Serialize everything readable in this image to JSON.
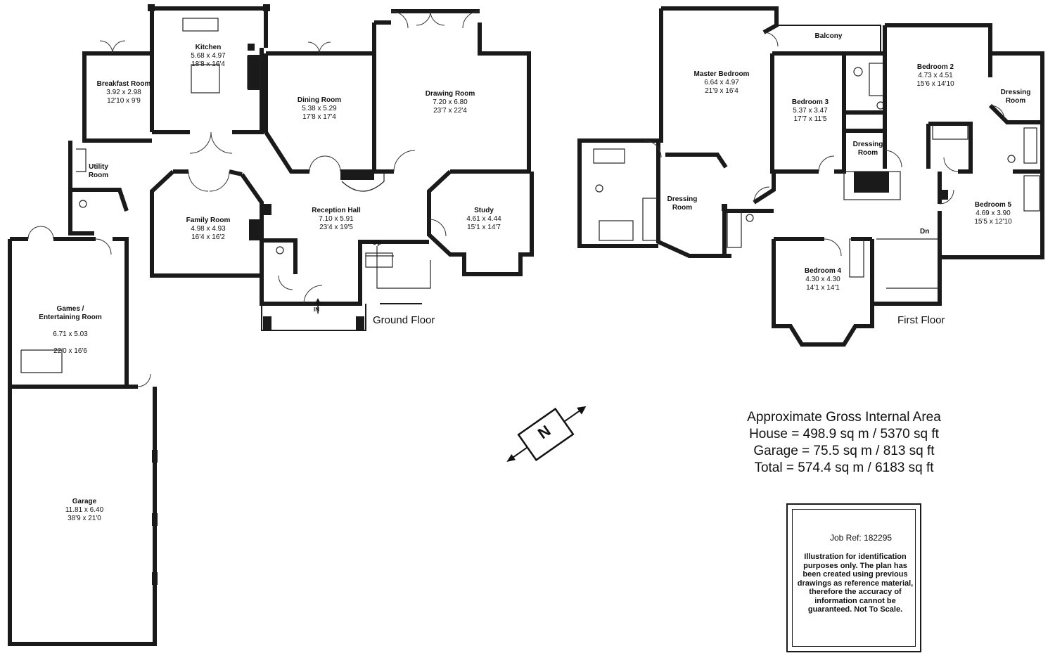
{
  "floors": {
    "ground": "Ground Floor",
    "first": "First Floor"
  },
  "rooms": {
    "kitchen": {
      "name": "Kitchen",
      "metric": "5.68 x 4.97",
      "imperial": "18'8 x 16'4"
    },
    "breakfast": {
      "name": "Breakfast Room",
      "metric": "3.92 x 2.98",
      "imperial": "12'10 x 9'9"
    },
    "dining": {
      "name": "Dining Room",
      "metric": "5.38 x 5.29",
      "imperial": "17'8 x 17'4"
    },
    "drawing": {
      "name": "Drawing Room",
      "metric": "7.20 x 6.80",
      "imperial": "23'7 x 22'4"
    },
    "utility": {
      "name": "Utility\nRoom"
    },
    "family": {
      "name": "Family Room",
      "metric": "4.98 x 4.93",
      "imperial": "16'4 x 16'2"
    },
    "reception": {
      "name": "Reception Hall",
      "metric": "7.10 x 5.91",
      "imperial": "23'4 x 19'5"
    },
    "study": {
      "name": "Study",
      "metric": "4.61 x 4.44",
      "imperial": "15'1 x 14'7"
    },
    "games": {
      "name": "Games /\nEntertaining Room",
      "metric": "6.71 x 5.03",
      "imperial": "22'0 x 16'6"
    },
    "garage": {
      "name": "Garage",
      "metric": "11.81 x 6.40",
      "imperial": "38'9 x 21'0"
    },
    "master": {
      "name": "Master Bedroom",
      "metric": "6.64 x 4.97",
      "imperial": "21'9 x 16'4"
    },
    "balcony": {
      "name": "Balcony"
    },
    "bed2": {
      "name": "Bedroom 2",
      "metric": "4.73 x 4.51",
      "imperial": "15'6 x 14'10"
    },
    "bed3": {
      "name": "Bedroom 3",
      "metric": "5.37 x 3.47",
      "imperial": "17'7 x 11'5"
    },
    "dressing_b2": {
      "name": "Dressing\nRoom"
    },
    "dressing_b3": {
      "name": "Dressing\nRoom"
    },
    "dressing_master": {
      "name": "Dressing\nRoom"
    },
    "bed5": {
      "name": "Bedroom 5",
      "metric": "4.69 x 3.90",
      "imperial": "15'5 x 12'10"
    },
    "bed4": {
      "name": "Bedroom 4",
      "metric": "4.30 x 4.30",
      "imperial": "14'1 x 14'1"
    }
  },
  "markers": {
    "up": "Up",
    "dn": "Dn",
    "in": "IN"
  },
  "area": {
    "title": "Approximate Gross Internal Area",
    "house": "House = 498.9 sq m / 5370 sq ft",
    "garage": "Garage = 75.5 sq m / 813 sq ft",
    "total": "Total = 574.4 sq m / 6183 sq ft"
  },
  "disclaimer": {
    "job_ref": "Job Ref: 182295",
    "text": "Illustration for identification purposes only. The plan has been created using previous drawings as reference material, therefore the accuracy of information cannot be guaranteed. Not To Scale."
  },
  "compass": "N"
}
